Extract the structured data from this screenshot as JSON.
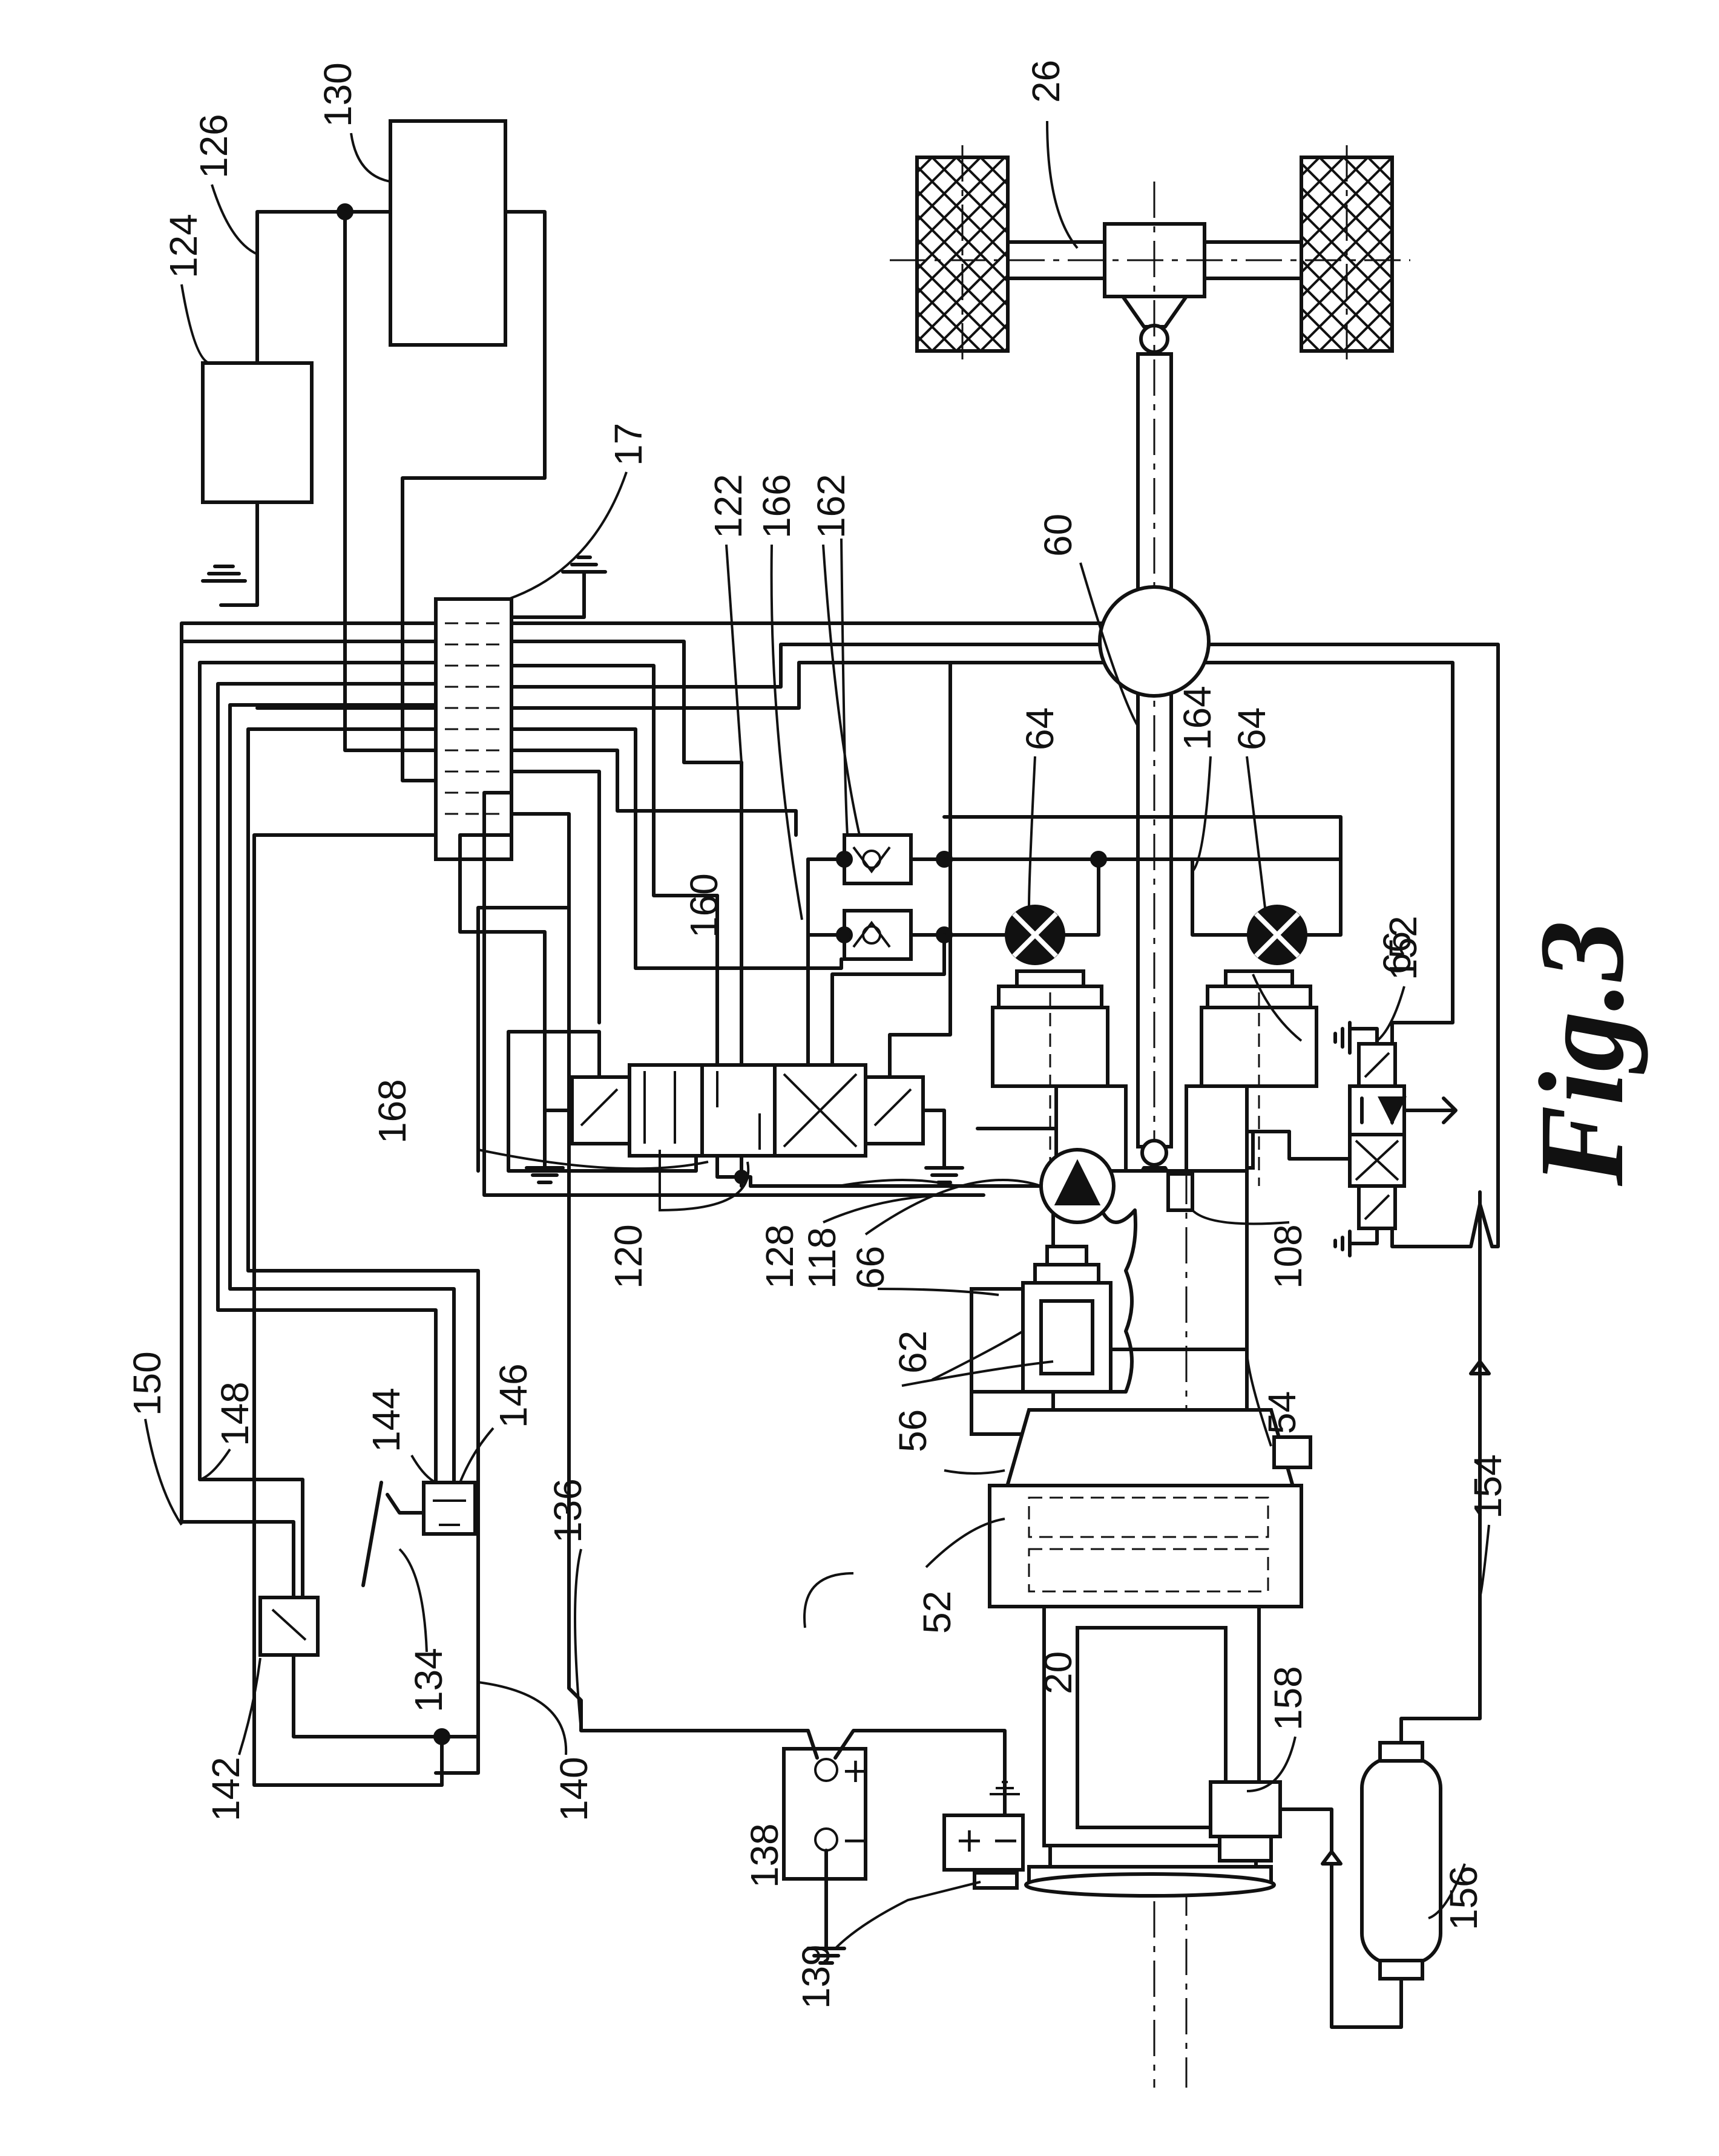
{
  "figure_title": "Fig.3",
  "reference_numerals": [
    {
      "id": "17",
      "text": "17"
    },
    {
      "id": "20",
      "text": "20"
    },
    {
      "id": "26",
      "text": "26"
    },
    {
      "id": "52",
      "text": "52"
    },
    {
      "id": "54",
      "text": "54"
    },
    {
      "id": "56",
      "text": "56"
    },
    {
      "id": "60",
      "text": "60"
    },
    {
      "id": "62",
      "text": "62"
    },
    {
      "id": "64a",
      "text": "64"
    },
    {
      "id": "64b",
      "text": "64"
    },
    {
      "id": "66a",
      "text": "66"
    },
    {
      "id": "66b",
      "text": "66"
    },
    {
      "id": "108",
      "text": "108"
    },
    {
      "id": "118",
      "text": "118"
    },
    {
      "id": "120",
      "text": "120"
    },
    {
      "id": "122",
      "text": "122"
    },
    {
      "id": "124",
      "text": "124"
    },
    {
      "id": "126",
      "text": "126"
    },
    {
      "id": "128",
      "text": "128"
    },
    {
      "id": "130",
      "text": "130"
    },
    {
      "id": "134",
      "text": "134"
    },
    {
      "id": "136",
      "text": "136"
    },
    {
      "id": "138",
      "text": "138"
    },
    {
      "id": "139",
      "text": "139"
    },
    {
      "id": "140",
      "text": "140"
    },
    {
      "id": "142",
      "text": "142"
    },
    {
      "id": "144",
      "text": "144"
    },
    {
      "id": "146",
      "text": "146"
    },
    {
      "id": "148",
      "text": "148"
    },
    {
      "id": "150",
      "text": "150"
    },
    {
      "id": "152",
      "text": "152"
    },
    {
      "id": "154",
      "text": "154"
    },
    {
      "id": "156",
      "text": "156"
    },
    {
      "id": "158",
      "text": "158"
    },
    {
      "id": "160",
      "text": "160"
    },
    {
      "id": "162",
      "text": "162"
    },
    {
      "id": "164",
      "text": "164"
    },
    {
      "id": "166",
      "text": "166"
    },
    {
      "id": "168",
      "text": "168"
    }
  ],
  "battery_symbols": {
    "plus": "+",
    "minus": "−"
  },
  "starter_symbols": {
    "plus": "+",
    "minus": "−"
  }
}
